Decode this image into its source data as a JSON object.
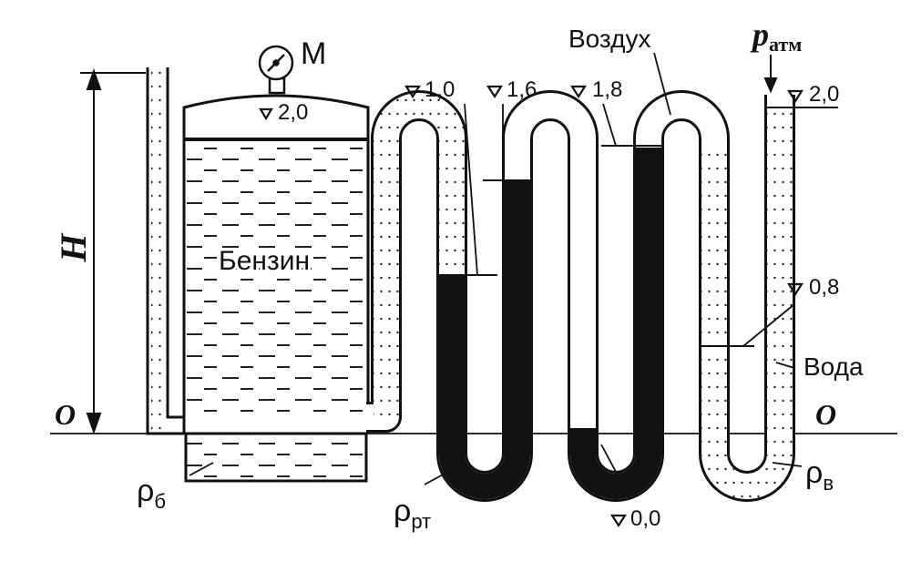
{
  "labels": {
    "gauge": "М",
    "air": "Воздух",
    "p_atm_base": "p",
    "p_atm_sub": "атм",
    "gasoline": "Бензин",
    "water": "Вода",
    "height": "H",
    "origin_left": "О",
    "origin_right": "О",
    "rho_b_base": "ρ",
    "rho_b_sub": "б",
    "rho_rt_base": "ρ",
    "rho_rt_sub": "рт",
    "rho_v_base": "ρ",
    "rho_v_sub": "в"
  },
  "levels": {
    "tank_top": "2,0",
    "lvl_10": "1,0",
    "lvl_16": "1,6",
    "lvl_18": "1,8",
    "lvl_20": "2,0",
    "lvl_08": "0,8",
    "lvl_00": "0,0"
  },
  "colors": {
    "ink": "#111111",
    "mercury": "#111111",
    "tube_fill": "#ffffff"
  }
}
